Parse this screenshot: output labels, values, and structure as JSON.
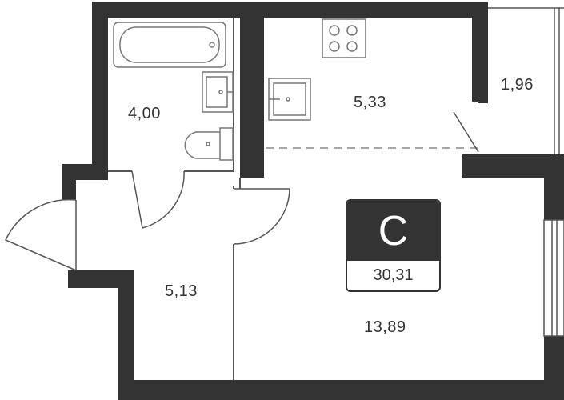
{
  "colors": {
    "wall": "#333333",
    "line": "#555555",
    "fixture": "#777777",
    "background": "#ffffff"
  },
  "rooms": {
    "bathroom": {
      "area": "4,00"
    },
    "kitchen": {
      "area": "5,33"
    },
    "balcony": {
      "area": "1,96"
    },
    "hallway": {
      "area": "5,13"
    },
    "living": {
      "area": "13,89"
    }
  },
  "badge": {
    "type": "С",
    "total_area": "30,31"
  }
}
